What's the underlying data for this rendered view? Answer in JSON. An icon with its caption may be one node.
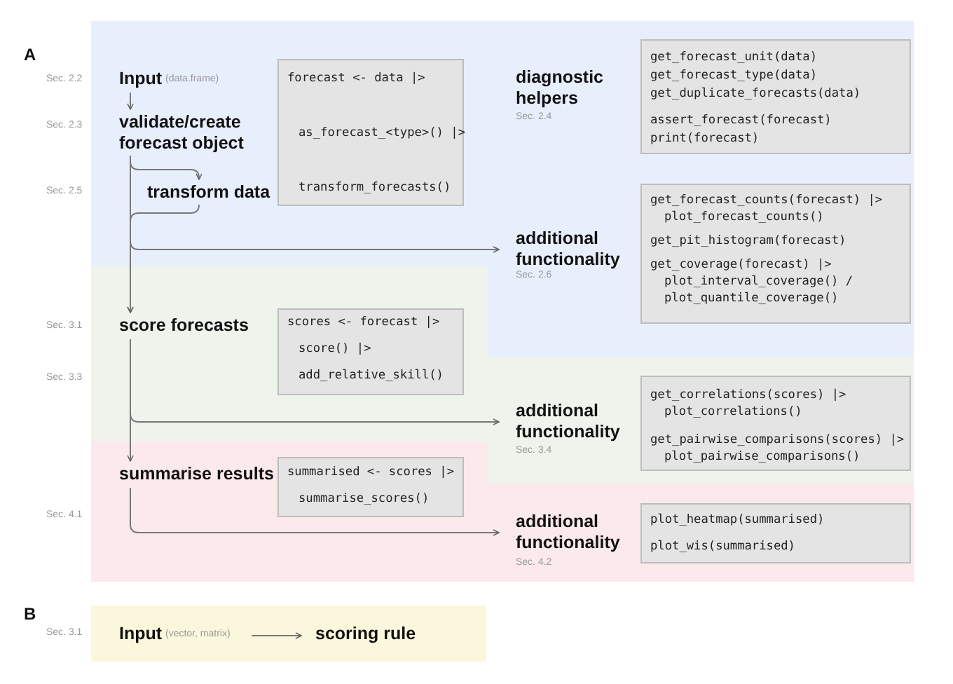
{
  "diagram": {
    "nodes": [
      {
        "text": [
          "Input"
        ],
        "beside": [
          "(data.frame)"
        ]
      },
      {
        "text": [
          "validate/create forecast object"
        ]
      },
      {
        "text": [
          "transform data"
        ]
      },
      {
        "text": [
          "forecast <- data |>",
          "as_forecast_<type>() |>",
          "transform_forecasts()"
        ]
      },
      {
        "text": [
          "diagnostic helpers"
        ],
        "beside": [
          "Sec. 2.4"
        ]
      },
      {
        "text": [
          "get_forecast_unit(data)",
          "get_forecast_type(data)",
          "get_duplicate_forecasts(data)",
          "assert_forecast(forecast)",
          "print(forecast)"
        ]
      },
      {
        "text": [
          "additional functionality"
        ],
        "beside": [
          "Sec. 2.6"
        ]
      },
      {
        "text": [
          "get_forecast_counts(forecast) |>",
          "plot_forecast_counts()",
          "get_pit_histogram(forecast)",
          "get_coverage(forecast) |>",
          "plot_interval_coverage() /",
          "plot_quantile_coverage()"
        ]
      },
      {
        "text": [
          "score forecasts"
        ]
      },
      {
        "text": [
          "scores <- forecast |>",
          "score() |>",
          "add_relative_skill()"
        ]
      },
      {
        "text": [
          "additional functionality"
        ],
        "beside": [
          "Sec. 3.4"
        ]
      },
      {
        "text": [
          "get_correlations(scores) |>",
          "plot_correlations()",
          "get_pairwise_comparisons(scores) |>",
          "plot_pairwise_comparisons()"
        ]
      },
      {
        "text": [
          "summarise results"
        ]
      },
      {
        "text": [
          "summarised <- scores |>",
          "summarise_scores()"
        ]
      },
      {
        "text": [
          "additional functionality"
        ],
        "beside": [
          "Sec. 4.2"
        ]
      },
      {
        "text": [
          "plot_heatmap(summarised)",
          "plot_wis(summarised)"
        ]
      },
      {
        "text": [
          "Input"
        ],
        "beside": [
          "(vector, matrix)"
        ]
      },
      {
        "text": [
          "scoring rule"
        ]
      }
    ],
    "edges": [
      {
        "from": 0,
        "to": 1,
        "arrow": "to"
      },
      {
        "from": 1,
        "to": 2,
        "arrow": "to"
      },
      {
        "from": 1,
        "to": 8,
        "arrow": "to"
      },
      {
        "from": 2,
        "to": 8,
        "arrow": "to"
      },
      {
        "from": 1,
        "to": 6,
        "arrow": "to"
      },
      {
        "from": 8,
        "to": 12,
        "arrow": "to"
      },
      {
        "from": 8,
        "to": 10,
        "arrow": "to"
      },
      {
        "from": 12,
        "to": 14,
        "arrow": "to"
      },
      {
        "from": 16,
        "to": 17,
        "arrow": "to"
      }
    ],
    "labels": [
      "A",
      "Sec. 2.2",
      "Sec. 2.3",
      "Sec. 2.5",
      "Sec. 3.1",
      "Sec. 3.3",
      "Sec. 4.1",
      "B",
      "Sec. 3.1"
    ]
  }
}
